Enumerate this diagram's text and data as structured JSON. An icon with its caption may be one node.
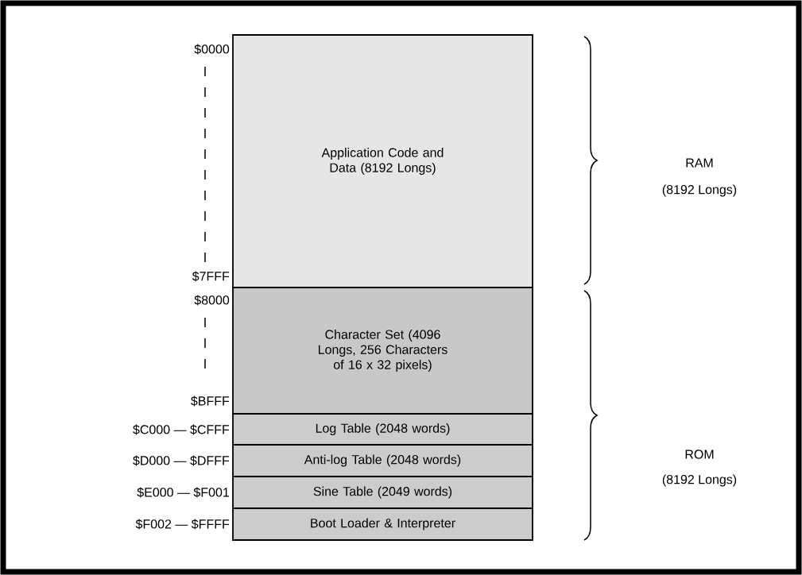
{
  "diagram": {
    "nodes": [
      {
        "text": [
          "Application Code and Data (8192 Longs)"
        ]
      },
      {
        "text": [
          "Character Set (4096 Longs, 256 Characters of 16 x 32 pixels)"
        ]
      },
      {
        "text": [
          "Log Table (2048 words)"
        ]
      },
      {
        "text": [
          "Anti-log Table (2048 words)"
        ]
      },
      {
        "text": [
          "Sine Table (2049 words)"
        ]
      },
      {
        "text": [
          "Boot Loader & Interpreter"
        ]
      }
    ],
    "labels": [
      "$0000",
      "RAM",
      "(8192 Longs)",
      "$7FFF",
      "$8000",
      "$BFFF",
      "$C000 — $CFFF",
      "ROM",
      "(8192 Longs)",
      "$D000 — $DFFF",
      "$E000 — $F001",
      "$F002 — $FFFF"
    ]
  }
}
